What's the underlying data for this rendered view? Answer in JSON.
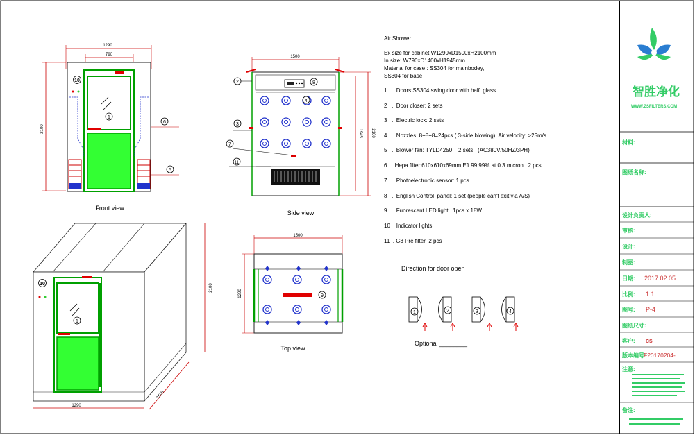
{
  "views": {
    "front": "Front view",
    "side": "Side view",
    "top": "Top view"
  },
  "dims": {
    "front_width": "1290",
    "front_inner": "790",
    "front_height": "2100",
    "side_width": "1500",
    "side_height": "2100",
    "side_inner": "1945",
    "top_width": "1500",
    "top_depth": "1290",
    "iso_height": "2100",
    "iso_depth": "1500",
    "iso_width": "1290"
  },
  "spec": {
    "title": "Air Shower",
    "lines": [
      "Ex size for cabinet:W1290xD1500xH2100mm",
      "In size: W790xD1400xH1945mm",
      "Material for case : SS304 for mainbodey,",
      "SS304 for base"
    ],
    "items": [
      "1   .  Doors:SS304 swing door with half  glass",
      "2   .  Door closer: 2 sets",
      "3   .  Electric lock: 2 sets",
      "4   .  Nozzles: 8+8+8=24pcs ( 3-side blowing)  Air velocity: >25m/s",
      "5   .  Blower fan: TYLD4250    2 sets   (AC380V/50HZ/3PH)",
      "6   . Hepa filter:610x610x69mm,Eff.99.99% at 0.3 micron   2 pcs",
      "7   .  Photoelectronic sensor: 1 pcs",
      "8   .  English Control  panel: 1 set (people can't exit via A/S)",
      "9   .  Fuorescent LED light:  1pcs x 18W",
      "10  . Indicator lights",
      "11  . G3 Pre filter  2 pcs"
    ]
  },
  "door_dir": {
    "title": "Direction for door open",
    "optional": "Optional ________"
  },
  "title_block": {
    "company": "智胜净化",
    "url": "WWW.ZSFILTERS.COM",
    "fields": [
      {
        "label": "材料:",
        "value": ""
      },
      {
        "label": "图纸名称:",
        "value": ""
      },
      {
        "label": "设计负责人:",
        "value": ""
      },
      {
        "label": "审核:",
        "value": ""
      },
      {
        "label": "设计:",
        "value": ""
      },
      {
        "label": "制图:",
        "value": ""
      },
      {
        "label": "日期:",
        "value": "2017.02.05"
      },
      {
        "label": "比例:",
        "value": "1:1"
      },
      {
        "label": "图号:",
        "value": "P-4"
      },
      {
        "label": "图纸尺寸:",
        "value": ""
      },
      {
        "label": "客户:",
        "value": "CS"
      },
      {
        "label": "版本编号:",
        "value": "F20170204-"
      },
      {
        "label": "注意:",
        "value": ""
      },
      {
        "label": "备注:",
        "value": ""
      }
    ]
  },
  "colors": {
    "green": "#33ff33",
    "green_dark": "#00a000",
    "red": "#e00000",
    "blue": "#2233cc",
    "dim": "#cc0000",
    "brand": "#33cc66"
  }
}
